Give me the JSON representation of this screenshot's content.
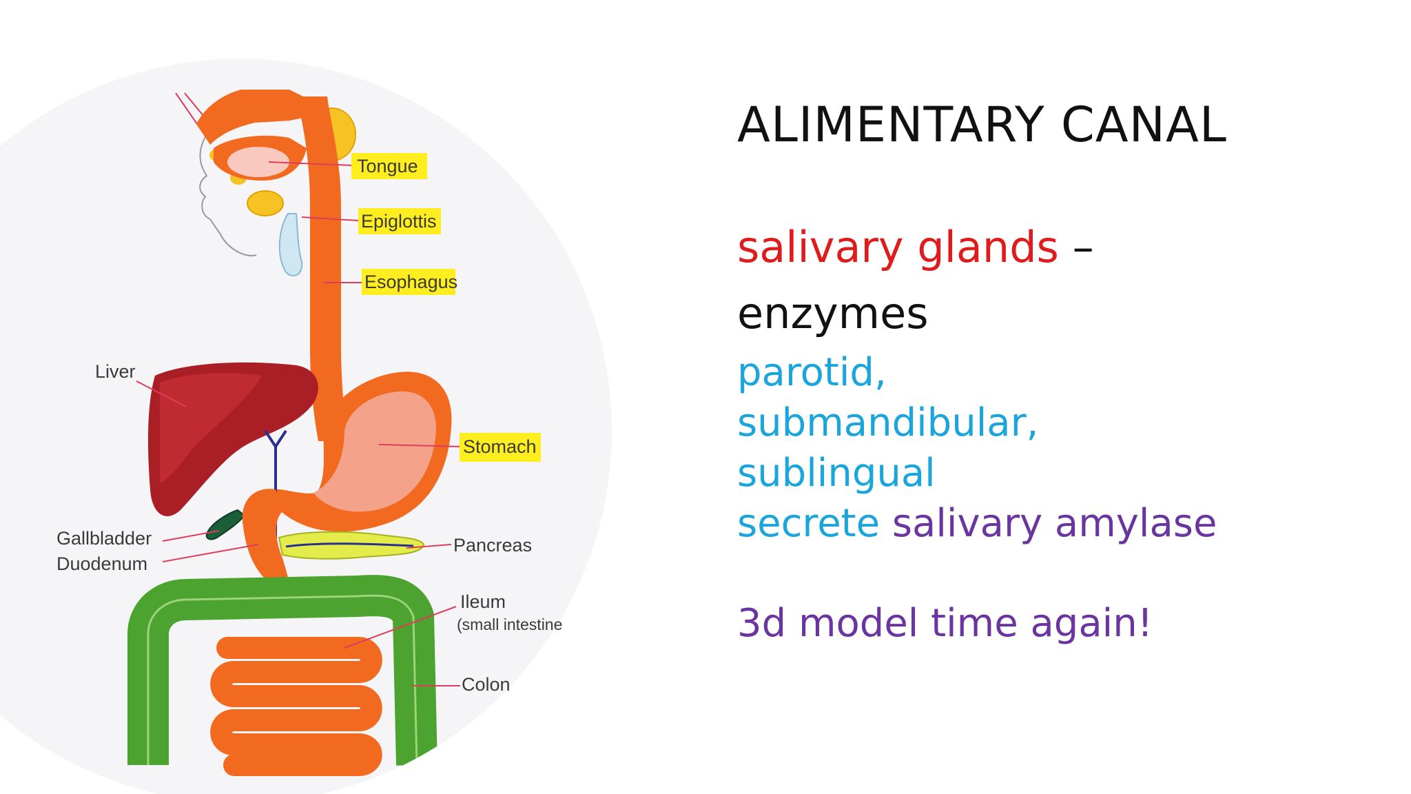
{
  "slide": {
    "title": "ALIMENTARY CANAL",
    "salivary_glands": "salivary glands",
    "dash": " –",
    "enzymes": "enzymes",
    "glands": [
      "parotid,",
      "submandibular,",
      "sublingual"
    ],
    "secrete": "secrete",
    "salivary_amylase": " salivary amylase",
    "closing": "3d model time again!"
  },
  "diagram": {
    "labels": {
      "tongue": "Tongue",
      "epiglottis": "Epiglottis",
      "esophagus": "Esophagus",
      "liver": "Liver",
      "stomach": "Stomach",
      "gallbladder": "Gallbladder",
      "duodenum": "Duodenum",
      "pancreas": "Pancreas",
      "ileum": "Ileum",
      "ileum_sub": "(small intestine",
      "colon": "Colon"
    }
  },
  "colors": {
    "title_text": "#111111",
    "red_text": "#e01b1b",
    "cyan_text": "#1aa5dc",
    "purple_text": "#6a35a0",
    "label_highlight": "#ffee1f",
    "esophagus_orange": "#f26a1f",
    "liver_red": "#a91f25",
    "intestine_green": "#4ca32f"
  }
}
